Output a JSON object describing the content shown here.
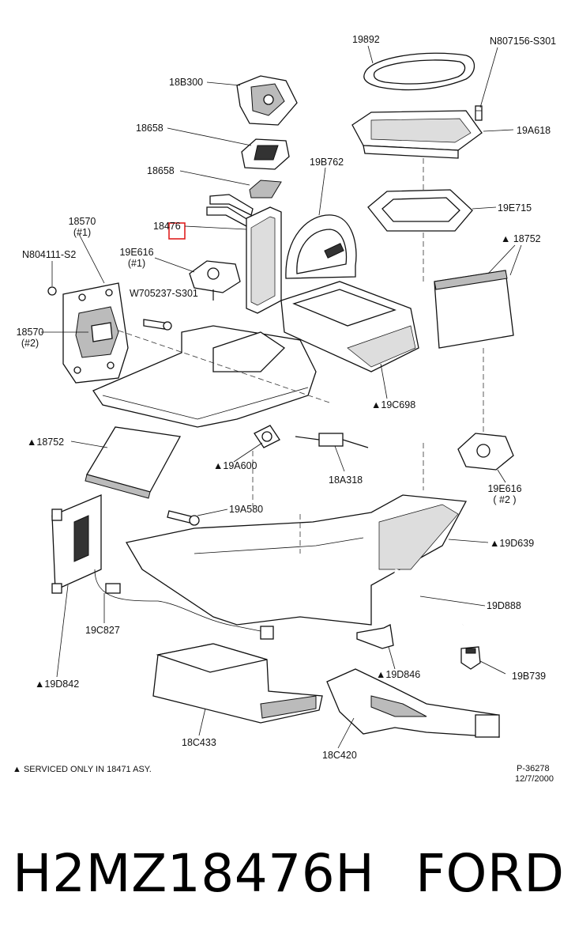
{
  "callouts": {
    "c19892": "19892",
    "cN807156": "N807156-S301",
    "c18B300": "18B300",
    "c18658a": "18658",
    "c18658b": "18658",
    "c19A618": "19A618",
    "c19B762": "19B762",
    "c19E715": "19E715",
    "c18570a": "18570",
    "c18570a_sub": "(#1)",
    "c18476": "18476",
    "cN804111": "N804111-S2",
    "c19E616a": "19E616",
    "c19E616a_sub": "(#1)",
    "c18752a": "▲ 18752",
    "cW705237": "W705237-S301",
    "c18570b": "18570",
    "c18570b_sub": "(#2)",
    "c19C698": "▲19C698",
    "c18752b": "▲18752",
    "c19A600": "▲19A600",
    "c18A318": "18A318",
    "c19E616b": "19E616",
    "c19E616b_sub": "( #2 )",
    "c19A580": "19A580",
    "c19D639": "▲19D639",
    "c19C827": "19C827",
    "c19D888": "19D888",
    "c19D846": "▲19D846",
    "c19B739": "19B739",
    "c19D842": "▲19D842",
    "c18C433": "18C433",
    "c18C420": "18C420"
  },
  "note": "▲ SERVICED ONLY IN 18471 ASY.",
  "ref": {
    "code": "P-36278",
    "date": "12/7/2000"
  },
  "product": {
    "part_number": "H2MZ18476H",
    "brand": "FORD"
  },
  "highlight": {
    "part": "18476",
    "color": "#e02020"
  }
}
